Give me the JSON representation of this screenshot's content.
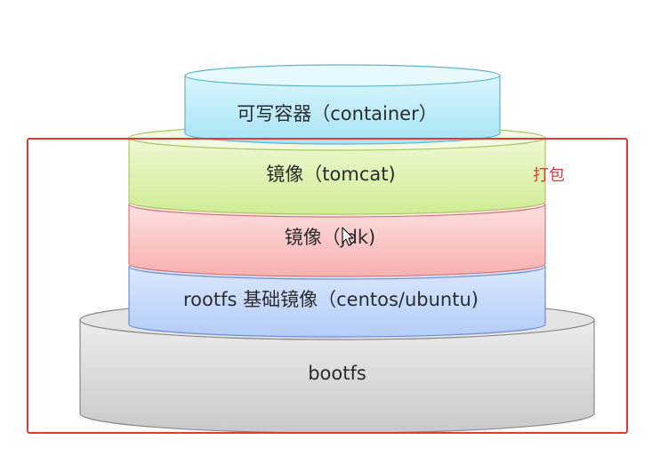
{
  "layers": {
    "container": {
      "label": "可写容器（container）",
      "fill": "#bfeefa"
    },
    "tomcat": {
      "label": "镜像（tomcat)",
      "fill": "#dcf3ae"
    },
    "jdk": {
      "label": "镜像（jdk)",
      "fill": "#fbc4c4"
    },
    "rootfs": {
      "label": "rootfs 基础镜像（centos/ubuntu)",
      "fill": "#c3d8fb"
    },
    "bootfs": {
      "label": "bootfs",
      "fill": "#d6d6d6"
    }
  },
  "pack": {
    "label": "打包",
    "border_color": "#e53935"
  },
  "cursor_icon": "mouse-pointer-icon"
}
